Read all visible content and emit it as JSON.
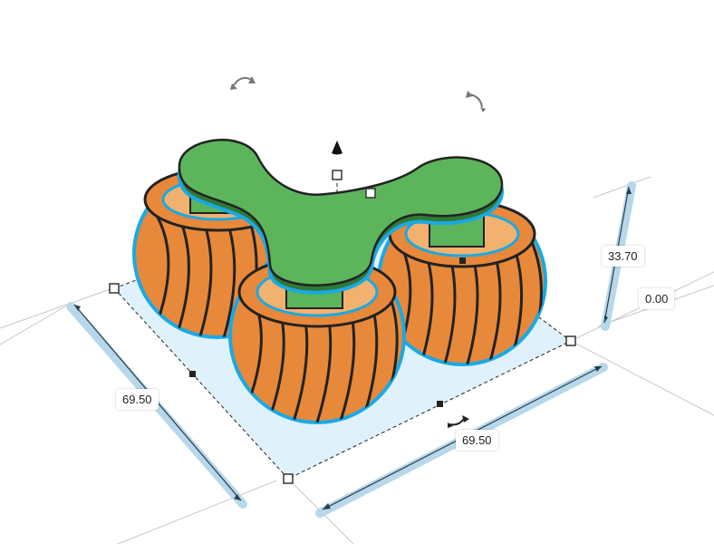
{
  "dimensions": {
    "width": "69.50",
    "depth": "69.50",
    "height": "33.70",
    "elevation": "0.00"
  },
  "colors": {
    "background": "#ffffff",
    "grid_line": "#c8c8c8",
    "selection_fill": "#dff1fa",
    "selection_outline": "#1aa9e4",
    "ruler_band": "#b7d8ea",
    "ruler_arrow": "#2a3d4b",
    "gear_orange": "#e8883a",
    "gear_dark": "#b85e1b",
    "spinner_green": "#5cb55b",
    "spinner_dark": "#2f7a35",
    "handle_fill": "#ffffff",
    "handle_stroke": "#333333",
    "rotate_arrow": "#777777"
  },
  "icons": {
    "rotate_left": "rotate-arrow-icon",
    "rotate_right": "rotate-arrow-icon",
    "rotate_bottom": "rotate-arrow-icon",
    "lift": "lift-cone-icon"
  }
}
